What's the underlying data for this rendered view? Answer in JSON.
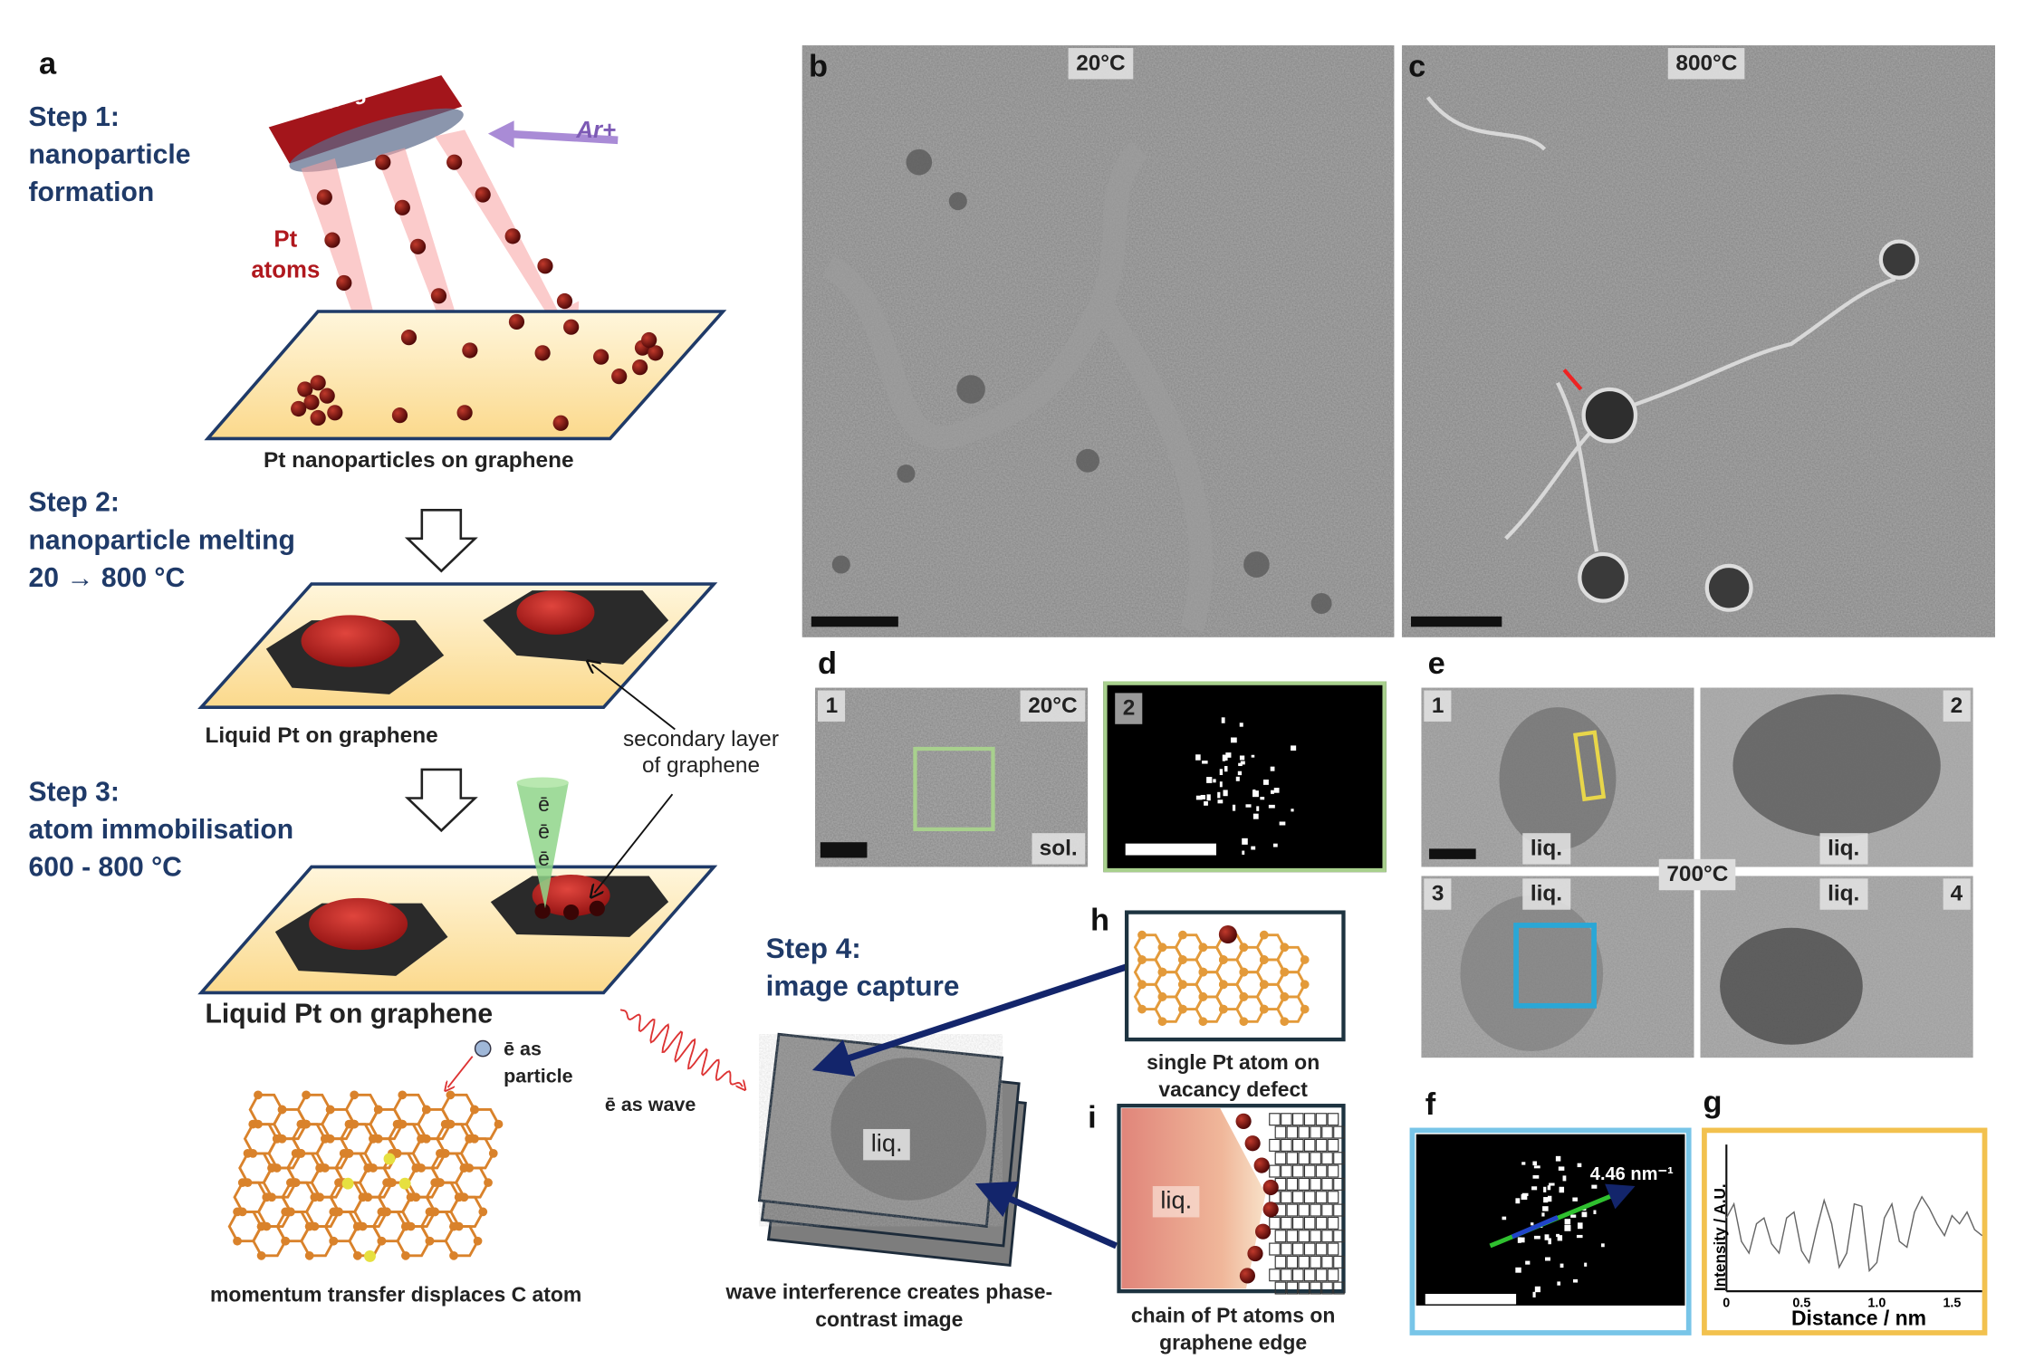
{
  "panel_labels": {
    "a": "a",
    "b": "b",
    "c": "c",
    "d": "d",
    "e": "e",
    "f": "f",
    "g": "g",
    "h": "h",
    "i": "i"
  },
  "panel_a": {
    "step1": {
      "title": "Step 1:",
      "line1": "nanoparticle",
      "line2": "formation"
    },
    "target_label": "Pt target",
    "ion_label": "Ar+",
    "atoms_label_1": "Pt",
    "atoms_label_2": "atoms",
    "plate1_caption": "Pt nanoparticles on graphene",
    "step2": {
      "title": "Step 2:",
      "line1": "nanoparticle melting",
      "line2": "20 → 800 °C"
    },
    "plate2_caption": "Liquid Pt on graphene",
    "secondary_1": "secondary layer",
    "secondary_2": "of graphene",
    "step3": {
      "title": "Step 3:",
      "line1": "atom immobilisation",
      "line2": "600 - 800 °C"
    },
    "beam_labels": [
      "ē",
      "ē",
      "ē"
    ],
    "plate3_caption": "Liquid Pt on graphene",
    "particle_1": "ē as",
    "particle_2": "particle",
    "wave_label": "ē as wave",
    "lattice_caption": "momentum transfer displaces C atom"
  },
  "panel_b": {
    "temperature": "20°C"
  },
  "panel_c": {
    "temperature": "800°C"
  },
  "panel_d": {
    "sub1": "1",
    "sub2": "2",
    "temperature": "20°C",
    "phase": "sol."
  },
  "panel_e": {
    "sub1": "1",
    "sub2": "2",
    "sub3": "3",
    "sub4": "4",
    "temperature": "700°C",
    "phase": "liq."
  },
  "step4": {
    "title": "Step 4:",
    "line1": "image capture",
    "stack_label": "liq.",
    "caption_1": "wave interference creates phase-",
    "caption_2": "contrast image"
  },
  "panel_h": {
    "caption_1": "single Pt atom on",
    "caption_2": "vacancy defect"
  },
  "panel_i": {
    "label": "liq.",
    "caption_1": "chain of Pt atoms on",
    "caption_2": "graphene edge"
  },
  "panel_f": {
    "annotation": "4.46 nm⁻¹"
  },
  "colors": {
    "step_text": "#1f3a68",
    "pt_red": "#a3151b",
    "green_box": "#a8d08d",
    "blue_box": "#2aa7d6",
    "yellow_box": "#f2c14e",
    "arrow_navy": "#13256b"
  },
  "chart_data": {
    "type": "line",
    "title": "",
    "xlabel": "Distance / nm",
    "ylabel": "Intensity / A.U.",
    "xlim": [
      0,
      1.7
    ],
    "ylim": [
      0,
      1
    ],
    "xticks": [
      "0",
      "0.5",
      "1.0",
      "1.5"
    ],
    "xtick_values": [
      0,
      0.5,
      1.0,
      1.5
    ],
    "grid": false,
    "series": [
      {
        "name": "profile",
        "x": [
          0,
          0.05,
          0.1,
          0.15,
          0.2,
          0.25,
          0.3,
          0.35,
          0.4,
          0.45,
          0.5,
          0.55,
          0.6,
          0.65,
          0.7,
          0.75,
          0.8,
          0.85,
          0.9,
          0.95,
          1.0,
          1.05,
          1.1,
          1.15,
          1.2,
          1.25,
          1.3,
          1.35,
          1.4,
          1.45,
          1.5,
          1.55,
          1.6,
          1.65,
          1.7
        ],
        "y": [
          0.5,
          0.62,
          0.3,
          0.2,
          0.45,
          0.5,
          0.28,
          0.2,
          0.5,
          0.55,
          0.22,
          0.12,
          0.4,
          0.65,
          0.45,
          0.08,
          0.2,
          0.62,
          0.6,
          0.05,
          0.12,
          0.5,
          0.62,
          0.3,
          0.25,
          0.55,
          0.68,
          0.58,
          0.45,
          0.35,
          0.52,
          0.45,
          0.55,
          0.4,
          0.35
        ]
      }
    ]
  }
}
